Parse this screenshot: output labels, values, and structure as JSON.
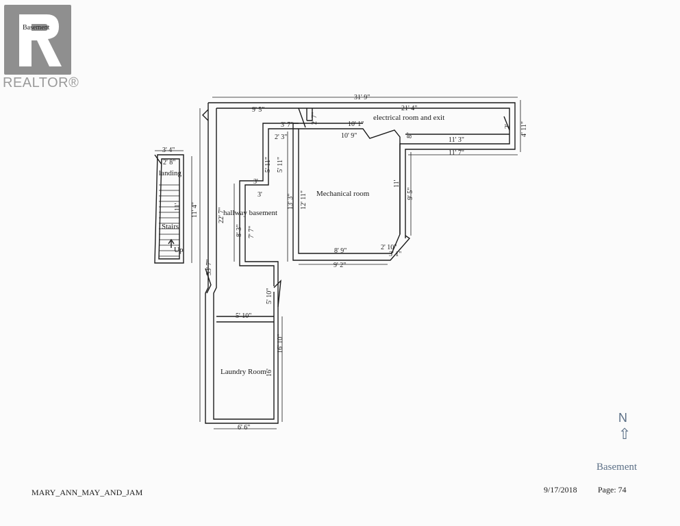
{
  "brand": {
    "logo_caption": "Basement",
    "wordmark": "REALTOR®"
  },
  "rooms": {
    "electrical": "electrical room and exit",
    "mechanical": "Mechanical room",
    "hallway": "hallway basement",
    "laundry": "Laundry Room",
    "landing": "landing",
    "stairs": "Stairs",
    "up": "Up"
  },
  "dimensions": {
    "top_overall": "31' 9\"",
    "top_left": "9' 5\"",
    "top_right": "21' 4\"",
    "notch": "2' 7\"",
    "right_end": "4' 11\"",
    "right_inner": "2'",
    "mech_top_outer": "10' 1\"",
    "mech_top_inner": "10' 9\"",
    "step_top": "3' 7\"",
    "step_mid": "2' 3\"",
    "corner": "8\"",
    "corridor_inner": "11' 3\"",
    "corridor_outer": "11' 7\"",
    "jog_outer": "5' 11\"",
    "jog_inner": "5' 11\"",
    "jog_top": "3'",
    "jog_bottom": "3'",
    "mech_left_outer": "13' 3\"",
    "mech_left_inner": "12' 11\"",
    "mech_right": "11'",
    "mech_right_outer": "9' 5\"",
    "mech_bottom": "8' 9\"",
    "mech_bottom_outer": "9' 2\"",
    "mech_diag": "2' 10\"",
    "mech_diag_outer": "3' 1\"",
    "hall_left": "22' 7\"",
    "hall_outer": "33' 7\"",
    "hall_mid_a": "8' 3\"",
    "hall_mid_b": "7' 7\"",
    "hall_right": "5' 10\"",
    "hall_width": "5' 10\"",
    "laundry_right": "16' 10\"",
    "laundry_inner": "16'",
    "laundry_width": "6' 6\"",
    "stair_width": "3' 4\"",
    "stair_landing": "2' 8\"",
    "stair_length": "11' 4\"",
    "stair_inner": "11'"
  },
  "compass": {
    "letter": "N",
    "arrow": "⇧"
  },
  "floor_label": "Basement",
  "footer": {
    "project": "MARY_ANN_MAY_AND_JAM",
    "date": "9/17/2018",
    "page": "Page: 74"
  }
}
